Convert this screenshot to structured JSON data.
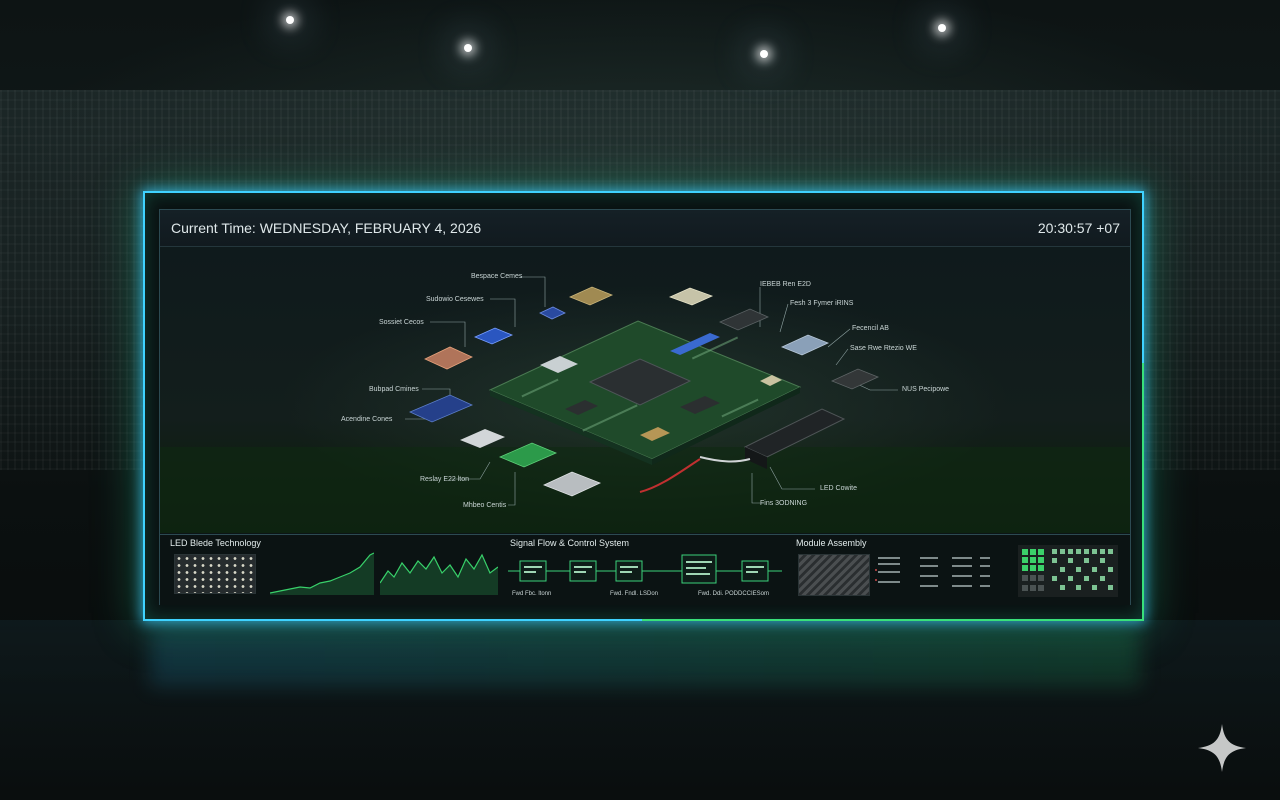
{
  "header": {
    "time_label": "Current Time: WEDNESDAY, FEBRUARY 4, 2026",
    "clock": "20:30:57 +07"
  },
  "callouts": [
    "Bespace Cemes",
    "Sudowio Cesewes",
    "Sossiet Cecos",
    "Bubpad Cmines",
    "Acendine Cones",
    "Reslay E22 lton",
    "Mhbeo Centis",
    "IEBEB Ren E2D",
    "Fesh 3 Fymer iRINS",
    "Fecencil AB",
    "Sase Rwe Rtezio WE",
    "NUS Pecipowe",
    "LED Cowite",
    "Fins 3ODNING"
  ],
  "strip": {
    "led_title": "LED Blede Technology",
    "signal_title": "Signal Flow & Control System",
    "assembly_title": "Module Assembly",
    "flow_labels": [
      "Fwd Fbc. ltonn",
      "Fwd. Fndl. LSDon",
      "Fwd. Ddi. PODDCCIESom"
    ]
  },
  "icons": {
    "sparkle": "sparkle-icon"
  },
  "colors": {
    "frame_cyan": "#3fd2ff",
    "frame_green": "#39e07a",
    "chart_green": "#38d06a"
  }
}
